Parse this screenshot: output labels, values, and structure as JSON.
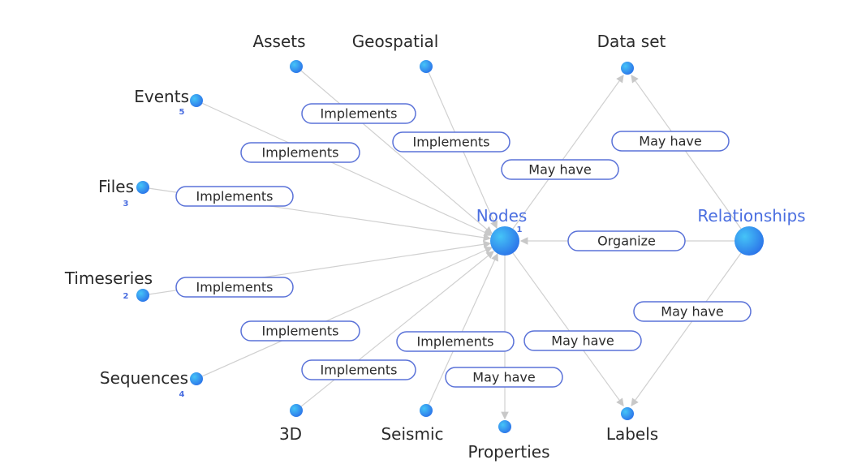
{
  "hubs": {
    "nodes": "Nodes",
    "nodes_badge": "1",
    "relationships": "Relationships"
  },
  "nodes": {
    "assets": "Assets",
    "geospatial": "Geospatial",
    "data_set": "Data set",
    "events": "Events",
    "events_badge": "5",
    "files": "Files",
    "files_badge": "3",
    "timeseries": "Timeseries",
    "timeseries_badge": "2",
    "sequences": "Sequences",
    "sequences_badge": "4",
    "three_d": "3D",
    "seismic": "Seismic",
    "properties": "Properties",
    "labels": "Labels"
  },
  "edge_labels": [
    "Implements",
    "Implements",
    "Implements",
    "May have",
    "May have",
    "Implements",
    "Organize",
    "Implements",
    "May have",
    "Implements",
    "Implements",
    "May have",
    "Implements",
    "May have"
  ],
  "colors": {
    "accent": "#4a6ee0",
    "dot_start": "#3fb8f5",
    "dot_end": "#2a6fe8"
  }
}
